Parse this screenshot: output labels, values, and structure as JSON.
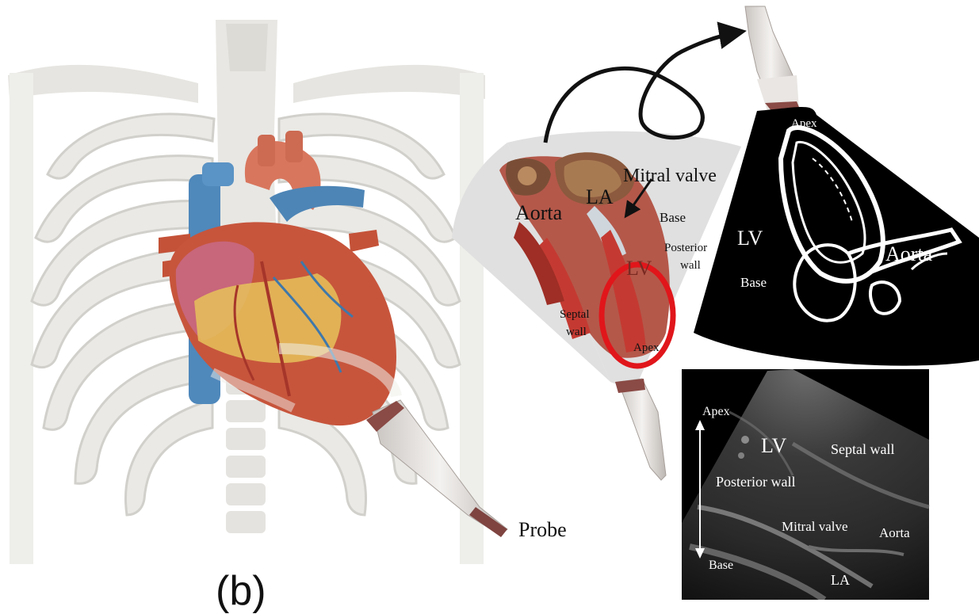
{
  "figure": {
    "panel_label": "(b)",
    "probe_label": "Probe"
  },
  "anatomy_section": {
    "aorta": "Aorta",
    "la": "LA",
    "lv": "LV",
    "mitral_valve": "Mitral valve",
    "base": "Base",
    "posterior_wall_line1": "Posterior",
    "posterior_wall_line2": "wall",
    "septal_wall_line1": "Septal",
    "septal_wall_line2": "wall",
    "apex": "Apex"
  },
  "schematic_view": {
    "apex": "Apex",
    "lv": "LV",
    "aorta": "Aorta",
    "base": "Base"
  },
  "ultrasound_view": {
    "apex": "Apex",
    "lv": "LV",
    "septal_wall": "Septal wall",
    "posterior_wall": "Posterior wall",
    "mitral_valve": "Mitral valve",
    "aorta": "Aorta",
    "base": "Base",
    "la": "LA"
  },
  "colors": {
    "bone": "#ecebe7",
    "bone_shadow": "#d3d2cd",
    "heart_red": "#c4553e",
    "heart_dark": "#8e2f22",
    "vessel_blue": "#4e8bbf",
    "fat_yellow": "#e6c25a",
    "highlight_circle": "#e0161b",
    "fan_grey": "#e0e0e0",
    "probe_body": "#e9e6e3",
    "probe_tip": "#8a4a45"
  }
}
